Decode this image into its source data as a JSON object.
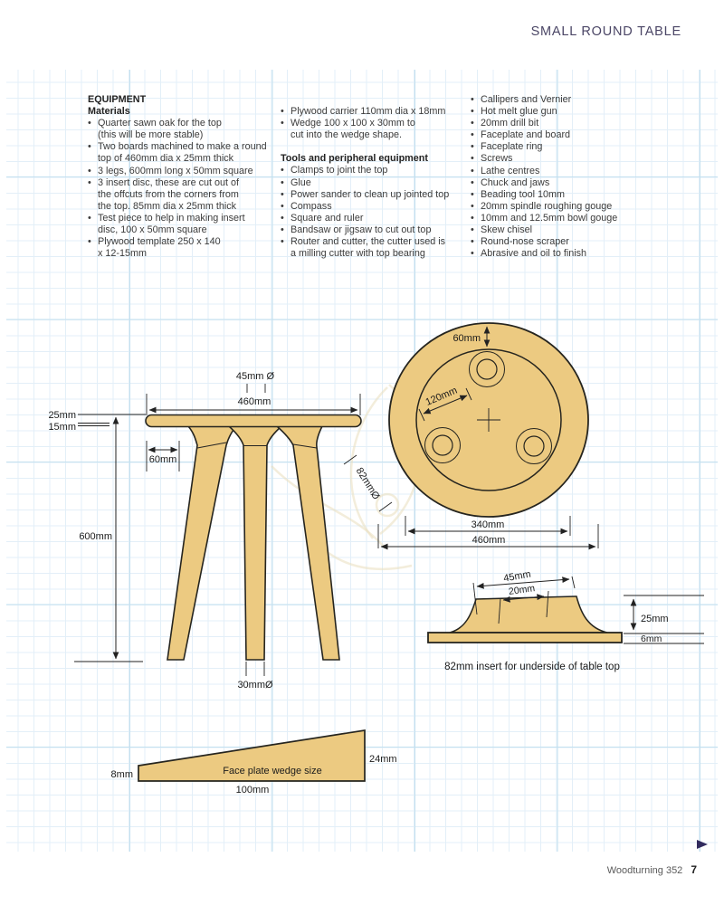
{
  "header": {
    "title": "SMALL ROUND TABLE"
  },
  "equipment": {
    "col1": [
      {
        "k": "head",
        "t": "EQUIPMENT"
      },
      {
        "k": "head",
        "t": "Materials"
      },
      {
        "k": "b",
        "t": "Quarter sawn oak for the top"
      },
      {
        "k": "c",
        "t": "(this will be more stable)"
      },
      {
        "k": "b",
        "t": "Two boards machined to make a round"
      },
      {
        "k": "c",
        "t": "top of 460mm dia x 25mm thick"
      },
      {
        "k": "b",
        "t": "3 legs, 600mm long x 50mm square"
      },
      {
        "k": "b",
        "t": "3 insert disc, these are cut out of"
      },
      {
        "k": "c",
        "t": "the offcuts from the corners from"
      },
      {
        "k": "c",
        "t": "the top. 85mm dia x 25mm thick"
      },
      {
        "k": "b",
        "t": "Test piece to help in making insert"
      },
      {
        "k": "c",
        "t": "disc, 100 x 50mm square"
      },
      {
        "k": "b",
        "t": "Plywood template 250 x 140"
      },
      {
        "k": "c",
        "t": "x 12-15mm"
      }
    ],
    "col2": [
      {
        "k": "b",
        "t": "Plywood carrier 110mm dia x 18mm"
      },
      {
        "k": "b",
        "t": "Wedge 100 x 100 x 30mm to"
      },
      {
        "k": "c",
        "t": "cut into the wedge shape."
      },
      {
        "k": "gap",
        "t": ""
      },
      {
        "k": "head",
        "t": "Tools and peripheral equipment"
      },
      {
        "k": "b",
        "t": "Clamps to joint the top"
      },
      {
        "k": "b",
        "t": "Glue"
      },
      {
        "k": "b",
        "t": "Power sander to clean up jointed top"
      },
      {
        "k": "b",
        "t": "Compass"
      },
      {
        "k": "b",
        "t": "Square and ruler"
      },
      {
        "k": "b",
        "t": "Bandsaw or jigsaw to cut out top"
      },
      {
        "k": "b",
        "t": "Router and cutter, the cutter used is"
      },
      {
        "k": "c",
        "t": "a milling cutter with top bearing"
      }
    ],
    "col3": [
      {
        "k": "b",
        "t": "Callipers and Vernier"
      },
      {
        "k": "b",
        "t": "Hot melt glue gun"
      },
      {
        "k": "b",
        "t": "20mm drill bit"
      },
      {
        "k": "b",
        "t": "Faceplate and board"
      },
      {
        "k": "b",
        "t": "Faceplate ring"
      },
      {
        "k": "b",
        "t": "Screws"
      },
      {
        "k": "b",
        "t": "Lathe centres"
      },
      {
        "k": "b",
        "t": "Chuck and jaws"
      },
      {
        "k": "b",
        "t": "Beading tool 10mm"
      },
      {
        "k": "b",
        "t": "20mm spindle roughing gouge"
      },
      {
        "k": "b",
        "t": "10mm and 12.5mm bowl gouge"
      },
      {
        "k": "b",
        "t": "Skew chisel"
      },
      {
        "k": "b",
        "t": "Round-nose scraper"
      },
      {
        "k": "b",
        "t": "Abrasive and oil to finish"
      }
    ]
  },
  "diagrams": {
    "front": {
      "leg_top_dia": "45mm Ø",
      "top_dia": "460mm",
      "top_thickness": "25mm",
      "edge_thickness": "15mm",
      "height": "600mm",
      "leg_inset": "60mm",
      "leg_bottom_dia": "30mmØ"
    },
    "plan": {
      "rim_width": "60mm",
      "leg_radius": "120mm",
      "insert_dia": "82mmØ",
      "leg_circle_dia": "340mm",
      "top_dia": "460mm"
    },
    "insert": {
      "top_width": "45mm",
      "tenon_width": "20mm",
      "height": "25mm",
      "base_thickness": "6mm",
      "caption": "82mm insert for underside of table top"
    },
    "wedge": {
      "label": "Face plate wedge size",
      "thin_end": "8mm",
      "thick_end": "24mm",
      "length": "100mm"
    }
  },
  "footer": {
    "magazine": "Woodturning 352",
    "page": "7"
  },
  "colors": {
    "wood": "#ecca81",
    "outline": "#26251f",
    "header_text": "#4b4666",
    "grid_minor": "#e3eff8",
    "grid_major": "#c3e0ef",
    "accent_triangle": "#322b5e"
  }
}
